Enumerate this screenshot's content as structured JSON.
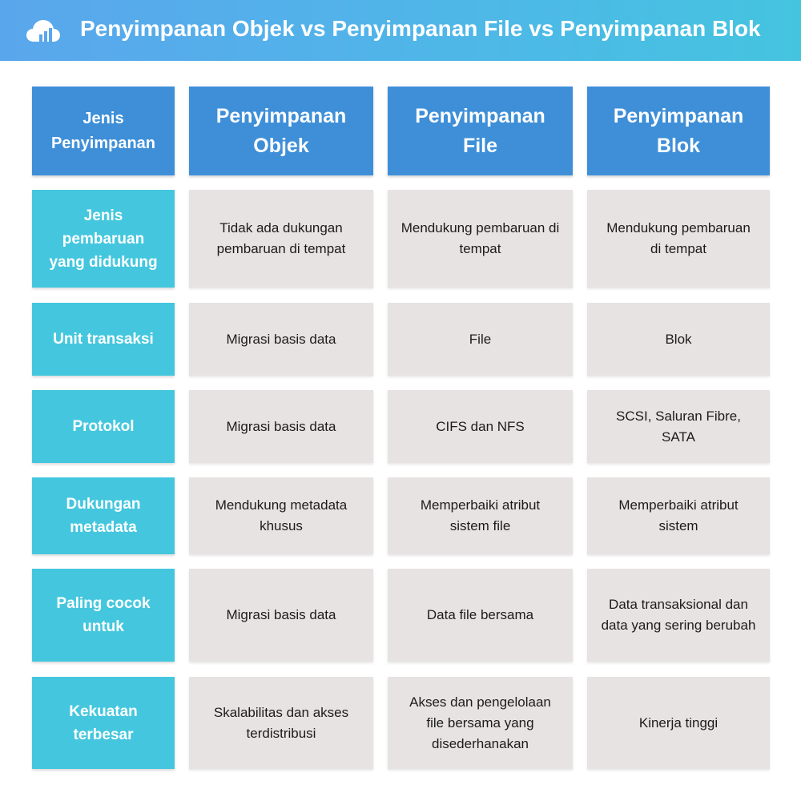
{
  "header": {
    "title": "Penyimpanan Objek vs Penyimpanan File vs Penyimpanan Blok",
    "logo_icon": "cloud-chart-icon"
  },
  "table": {
    "corner_label": "Jenis Penyimpanan",
    "columns": [
      "Penyimpanan Objek",
      "Penyimpanan File",
      "Penyimpanan Blok"
    ],
    "rows": [
      {
        "label": "Jenis pembaruan yang didukung",
        "values": [
          "Tidak ada dukungan pembaruan di tempat",
          "Mendukung pembaruan di tempat",
          "Mendukung pembaruan di tempat"
        ]
      },
      {
        "label": "Unit transaksi",
        "values": [
          "Migrasi basis data",
          "File",
          "Blok"
        ]
      },
      {
        "label": "Protokol",
        "values": [
          "Migrasi basis data",
          "CIFS dan NFS",
          "SCSI, Saluran Fibre, SATA"
        ]
      },
      {
        "label": "Dukungan metadata",
        "values": [
          "Mendukung metadata khusus",
          "Memperbaiki atribut sistem file",
          "Memperbaiki atribut sistem"
        ]
      },
      {
        "label": "Paling cocok untuk",
        "values": [
          "Migrasi basis data",
          "Data file bersama",
          "Data transaksional dan data yang sering berubah"
        ]
      },
      {
        "label": "Kekuatan terbesar",
        "values": [
          "Skalabilitas dan akses terdistribusi",
          "Akses dan pengelolaan file bersama yang disederhanakan",
          "Kinerja tinggi"
        ]
      }
    ]
  },
  "colors": {
    "banner_start": "#5aa6ec",
    "banner_end": "#45c4e0",
    "header_cell": "#3e8fd8",
    "label_cell": "#44c7de",
    "value_cell": "#e7e3e2"
  }
}
